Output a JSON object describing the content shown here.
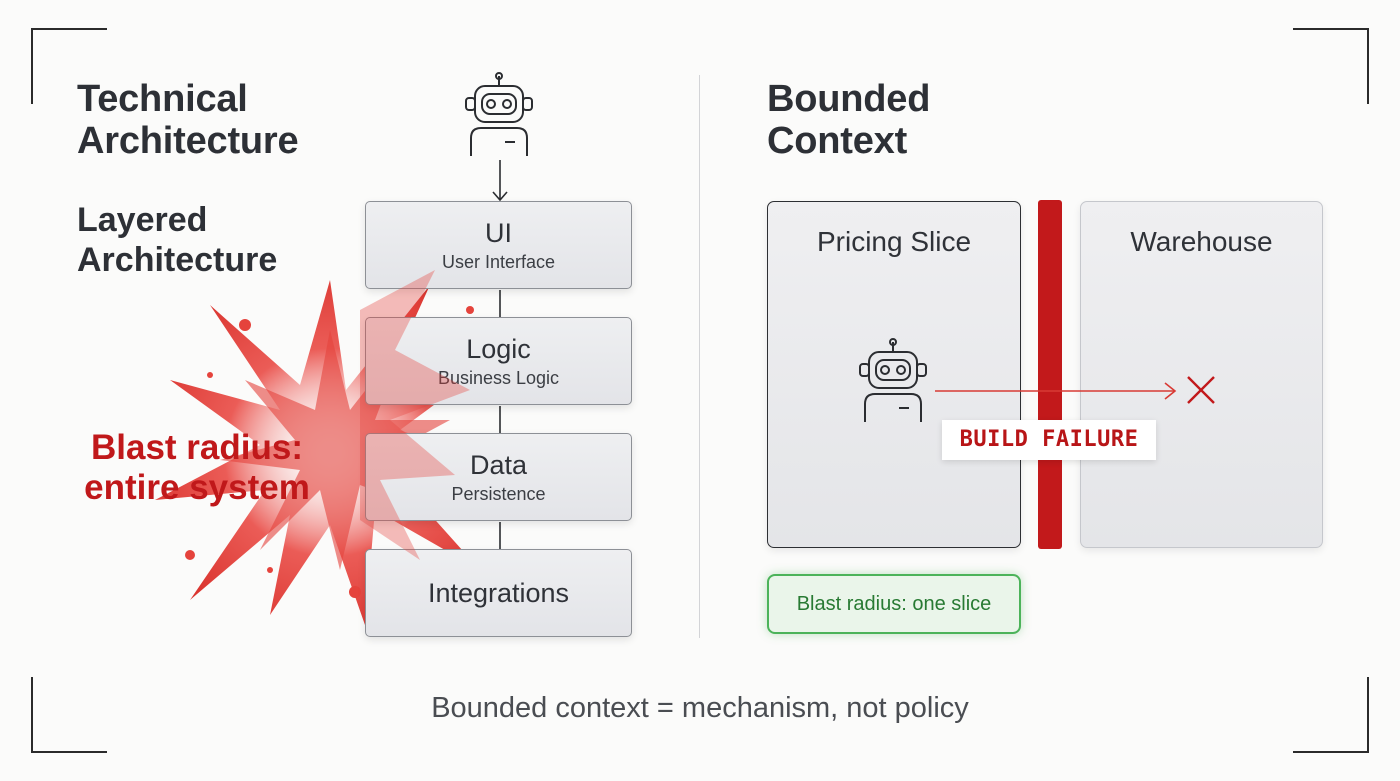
{
  "left": {
    "title_line1": "Technical",
    "title_line2": "Architecture",
    "subtitle_line1": "Layered",
    "subtitle_line2": "Architecture",
    "layers": [
      {
        "name": "UI",
        "sub": "User Interface"
      },
      {
        "name": "Logic",
        "sub": "Business Logic"
      },
      {
        "name": "Data",
        "sub": "Persistence"
      },
      {
        "name": "Integrations",
        "sub": ""
      }
    ],
    "blast_line1": "Blast radius:",
    "blast_line2": "entire system",
    "agent_icon": "robot-icon"
  },
  "right": {
    "title_line1": "Bounded",
    "title_line2": "Context",
    "pricing_label": "Pricing Slice",
    "warehouse_label": "Warehouse",
    "failure_label": "BUILD FAILURE",
    "blast_label": "Blast radius: one slice",
    "agent_icon": "robot-icon",
    "blocked_icon": "x-mark-icon"
  },
  "footer": "Bounded context = mechanism, not policy",
  "colors": {
    "accent_red": "#c2191b",
    "ok_green": "#4cb35a",
    "text_dark": "#2d3036"
  }
}
